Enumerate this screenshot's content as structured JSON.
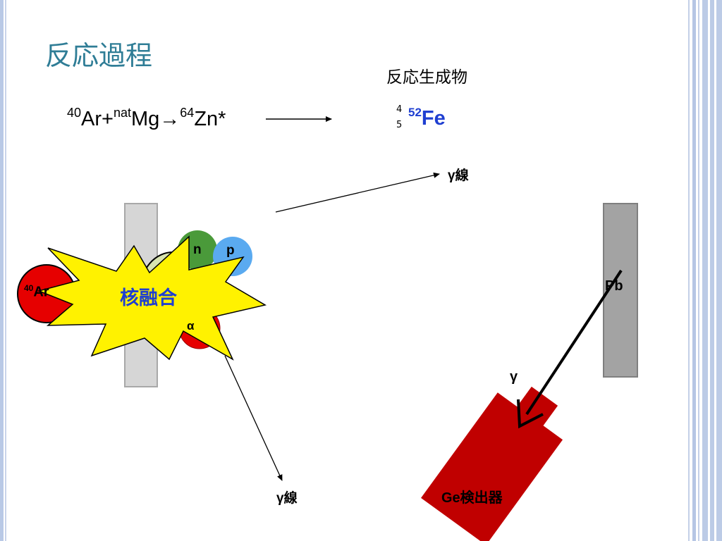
{
  "title": "反応過程",
  "products_heading": "反応生成物",
  "reaction": {
    "ar_mass": "40",
    "ar": "Ar+",
    "mg_prefix": "nat",
    "mg": "Mg→",
    "zn_mass": "64",
    "zn": "Zn*"
  },
  "products": {
    "tiny_top": "4",
    "tiny_bottom": "5",
    "fe_mass": "52",
    "fe": "Fe"
  },
  "gamma_ray_top": "γ線",
  "gamma_ray_bottom": "γ線",
  "gamma": "γ",
  "detector_label": "Ge検出器",
  "pb_label": "Pb",
  "projectile": {
    "mass": "40",
    "symbol": "Ar"
  },
  "particles": {
    "neutron": "n",
    "proton": "p",
    "alpha": "α"
  },
  "burst_label": "核融合",
  "colors": {
    "title": "#2f7d96",
    "fe": "#1f3fd1",
    "burst_fill": "#fff200",
    "burst_text": "#1f3fd1",
    "ar_red": "#e60000",
    "neutron_green": "#4a9a3a",
    "proton_blue": "#5aaaf0",
    "detector_red": "#c00000",
    "pb_gray": "#a3a3a3"
  }
}
